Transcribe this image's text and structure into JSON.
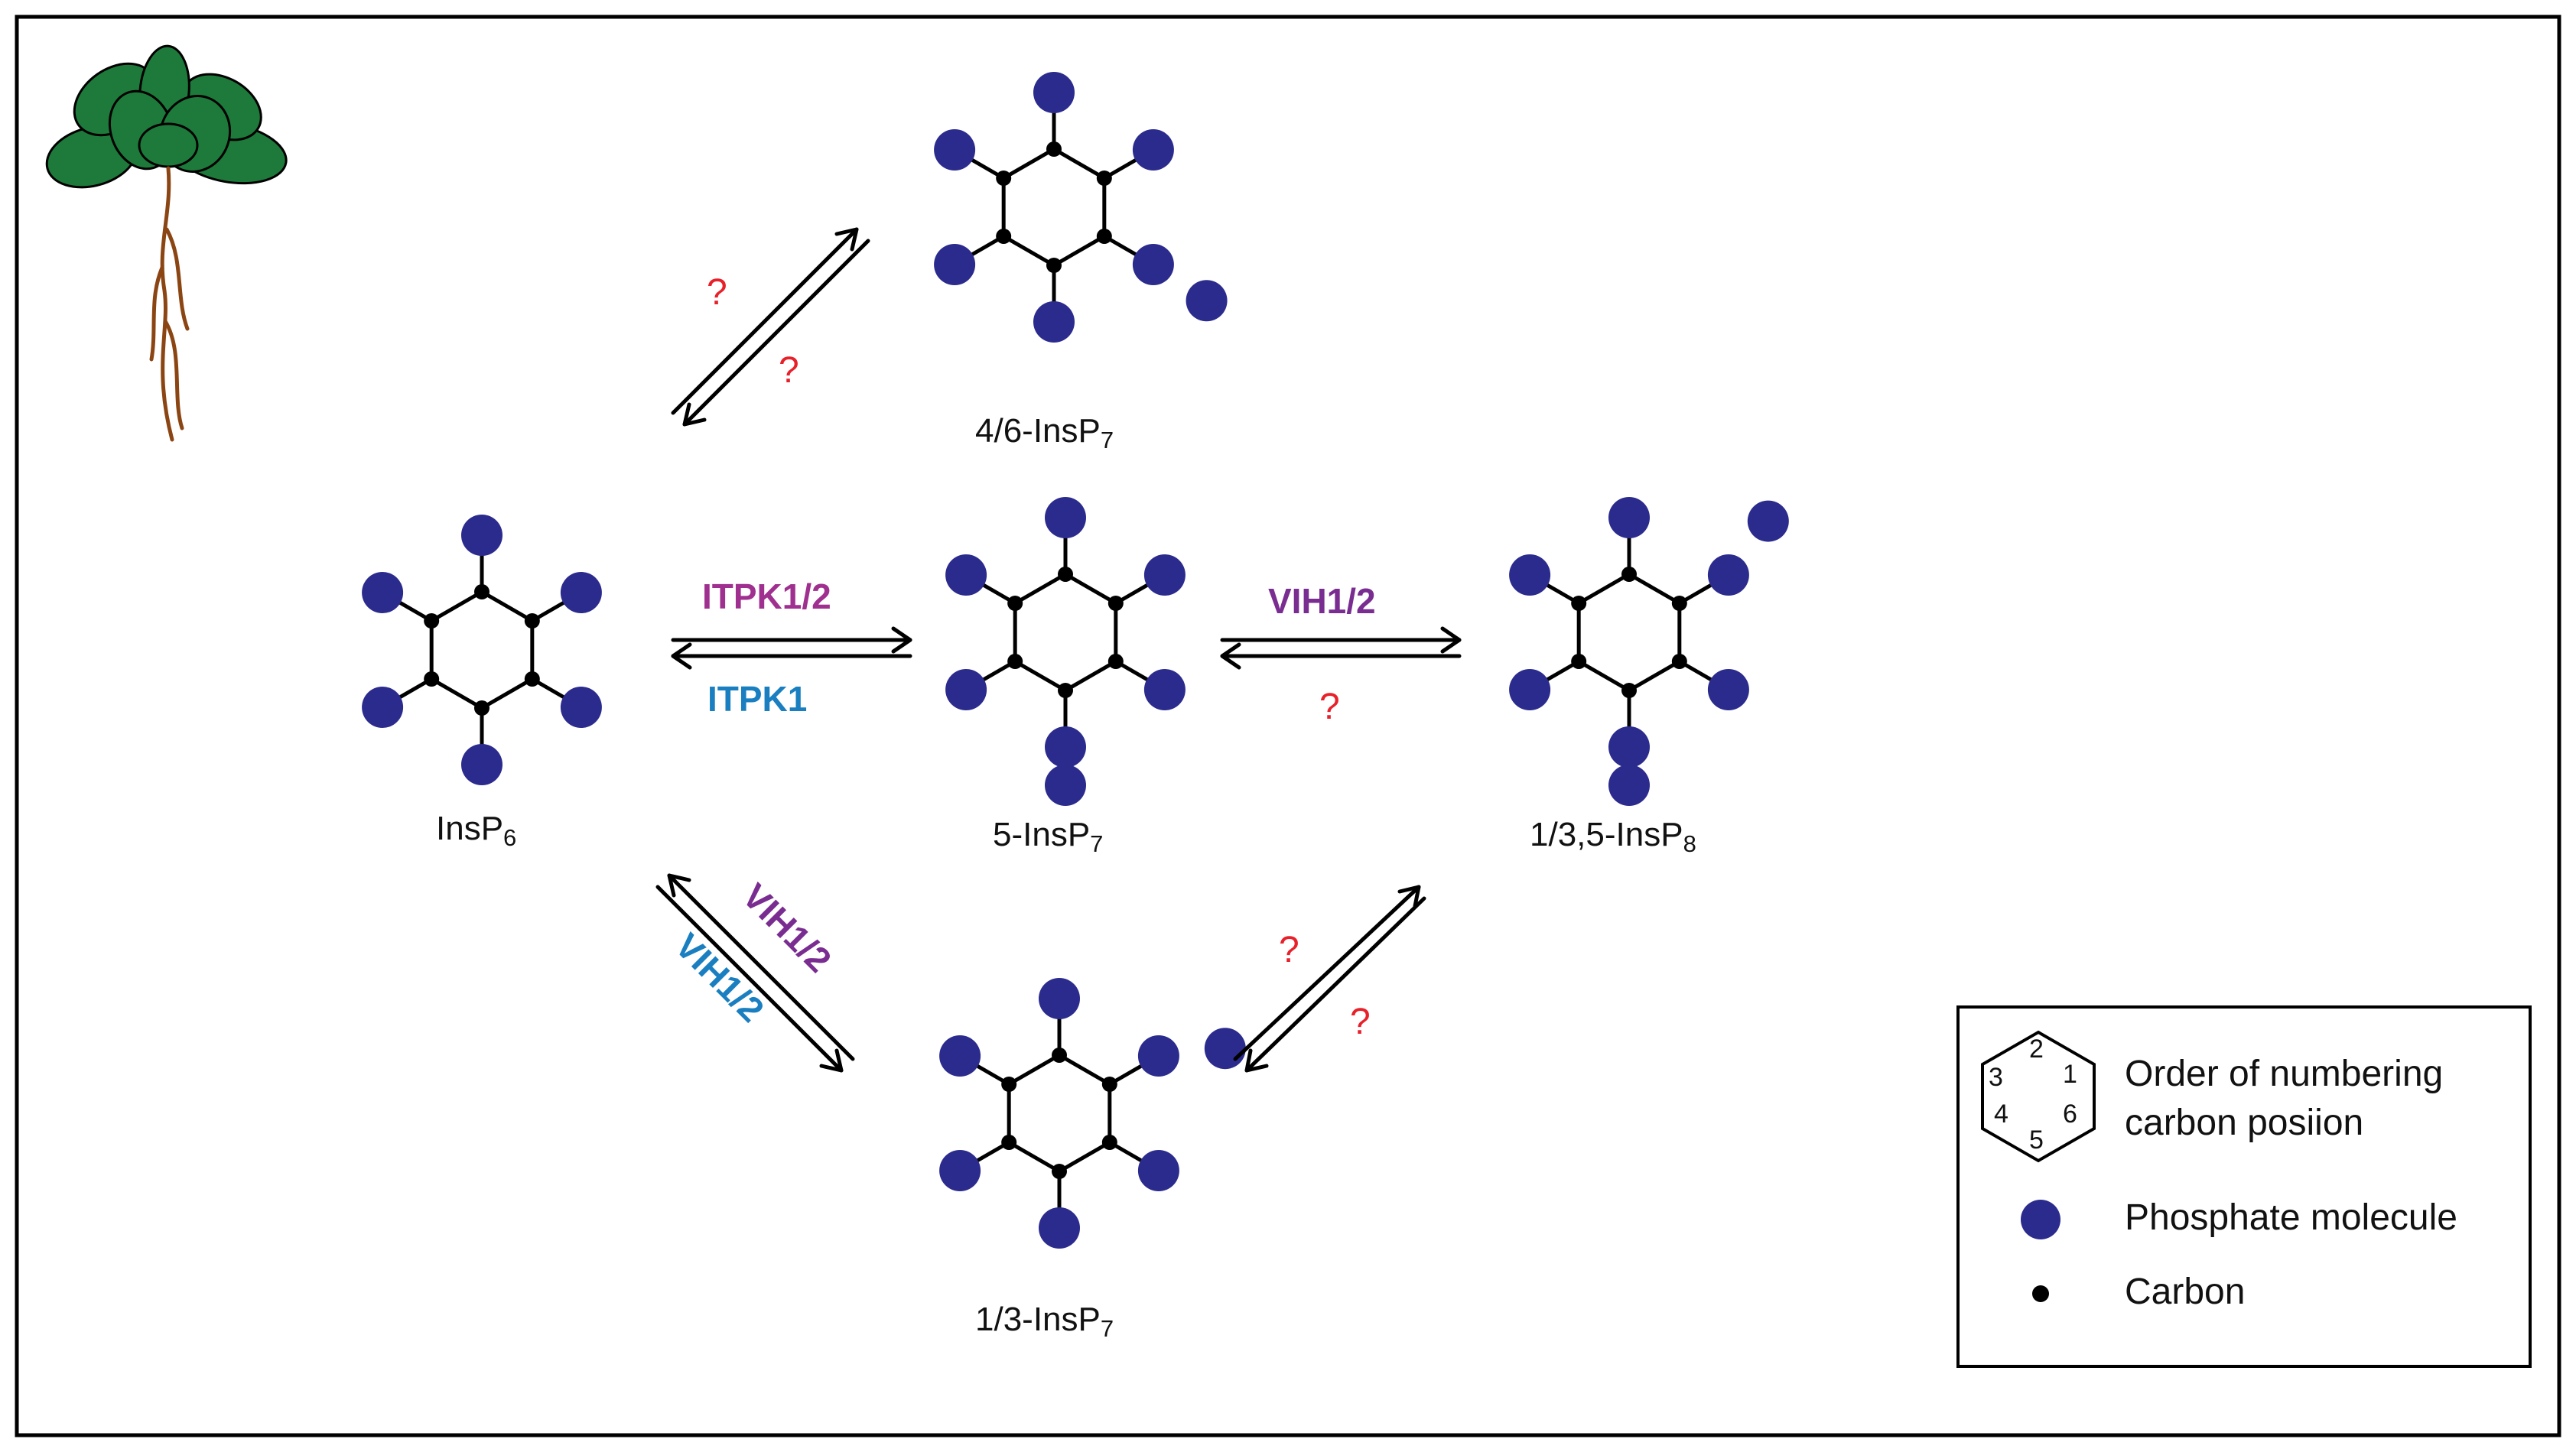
{
  "colors": {
    "phosphate": "#2b2b8e",
    "carbon": "#000000",
    "magenta": "#a0308f",
    "purple": "#7a2d91",
    "blue": "#1a7fc0",
    "question": "#e8202a",
    "leaf": "#1d7a3a",
    "root": "#8b4513"
  },
  "molecules": {
    "insp6": {
      "label_main": "InsP",
      "label_sub": "6"
    },
    "insp7_46": {
      "label_main": "4/6-InsP",
      "label_sub": "7"
    },
    "insp7_5": {
      "label_main": "5-InsP",
      "label_sub": "7"
    },
    "insp8": {
      "label_main": "1/3,5-InsP",
      "label_sub": "8"
    },
    "insp7_13": {
      "label_main": "1/3-InsP",
      "label_sub": "7"
    }
  },
  "enzymes": {
    "itpk12": "ITPK1/2",
    "itpk1": "ITPK1",
    "vih12_right": "VIH1/2",
    "vih12_diag_purple": "VIH1/2",
    "vih12_diag_blue": "VIH1/2"
  },
  "unknown": "?",
  "legend": {
    "numbers": [
      "2",
      "1",
      "6",
      "5",
      "4",
      "3"
    ],
    "order_line1": "Order of numbering",
    "order_line2": "carbon posiion",
    "phosphate": "Phosphate molecule",
    "carbon": "Carbon"
  }
}
